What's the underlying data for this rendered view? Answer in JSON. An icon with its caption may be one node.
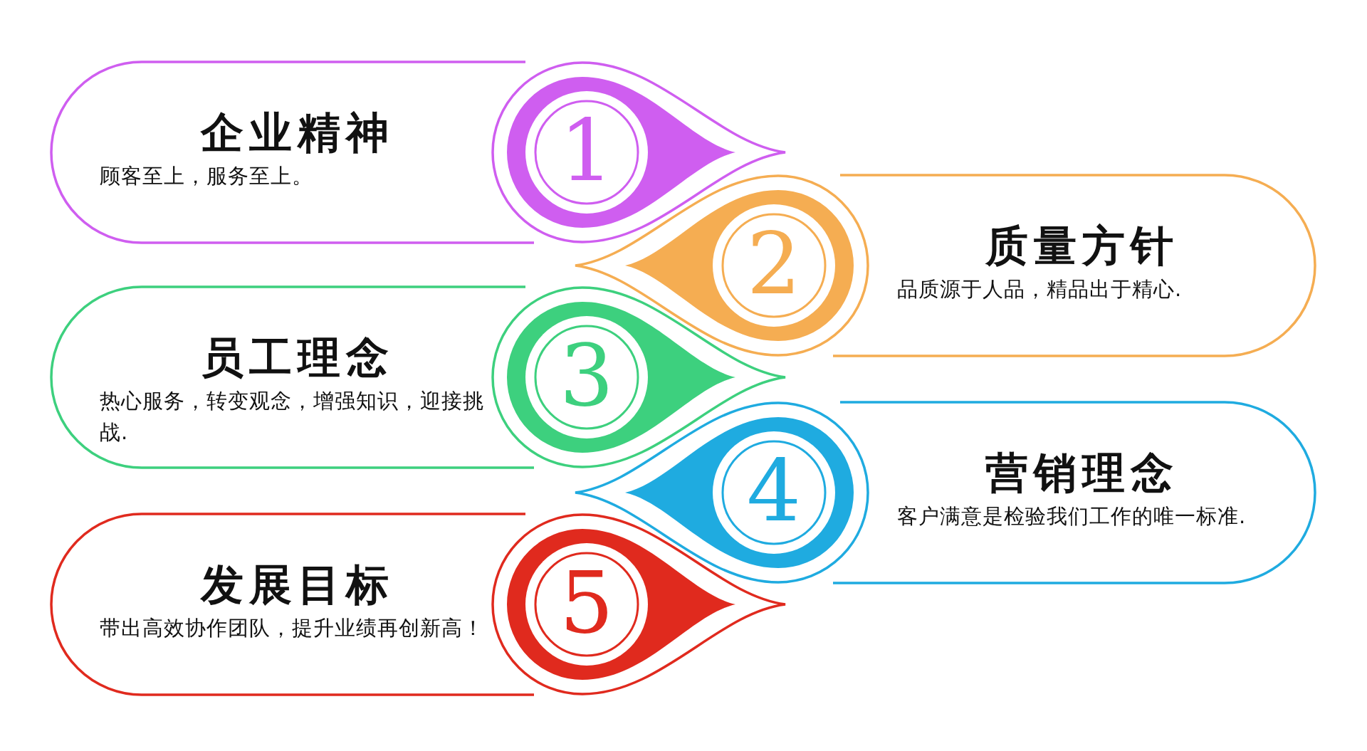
{
  "diagram": {
    "nodes": [
      {
        "text": [
          "企业精神",
          "顾客至上，服务至上。"
        ]
      },
      {
        "text": [
          "1"
        ]
      },
      {
        "text": [
          "质量方针",
          "品质源于人品，精品出于精心."
        ]
      },
      {
        "text": [
          "2"
        ]
      },
      {
        "text": [
          "员工理念",
          "热心服务，转变观念，增强知识，迎接挑战."
        ]
      },
      {
        "text": [
          "3"
        ]
      },
      {
        "text": [
          "营销理念",
          "客户满意是检验我们工作的唯一标准."
        ]
      },
      {
        "text": [
          "4"
        ]
      },
      {
        "text": [
          "发展目标",
          "带出高效协作团队，提升业绩再创新高！"
        ]
      },
      {
        "text": [
          "5"
        ]
      }
    ]
  }
}
